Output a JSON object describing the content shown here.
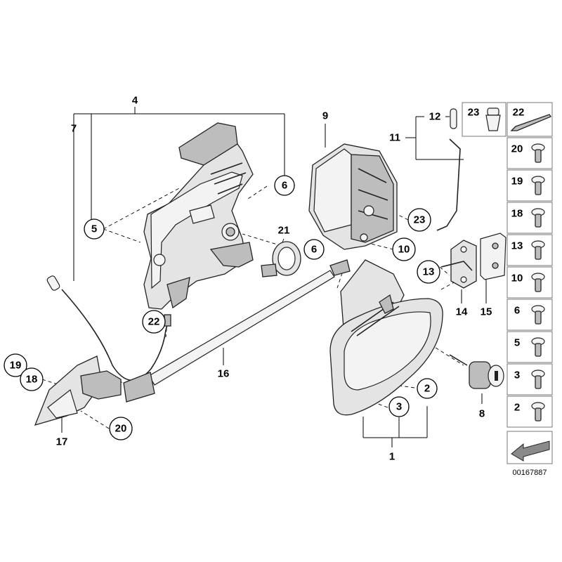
{
  "callouts": {
    "c1": "1",
    "c2": "2",
    "c3": "3",
    "c4": "4",
    "c5": "5",
    "c6a": "6",
    "c6b": "6",
    "c7": "7",
    "c8": "8",
    "c9": "9",
    "c10": "10",
    "c11": "11",
    "c12": "12",
    "c13": "13",
    "c14": "14",
    "c15": "15",
    "c16": "16",
    "c17": "17",
    "c18": "18",
    "c19": "19",
    "c20": "20",
    "c21": "21",
    "c22": "22",
    "c23": "23"
  },
  "sidebar": {
    "top_left": "23",
    "top_right": "22",
    "items": [
      "20",
      "19",
      "18",
      "13",
      "10",
      "6",
      "5",
      "3",
      "2"
    ]
  },
  "image_code": "00167887"
}
